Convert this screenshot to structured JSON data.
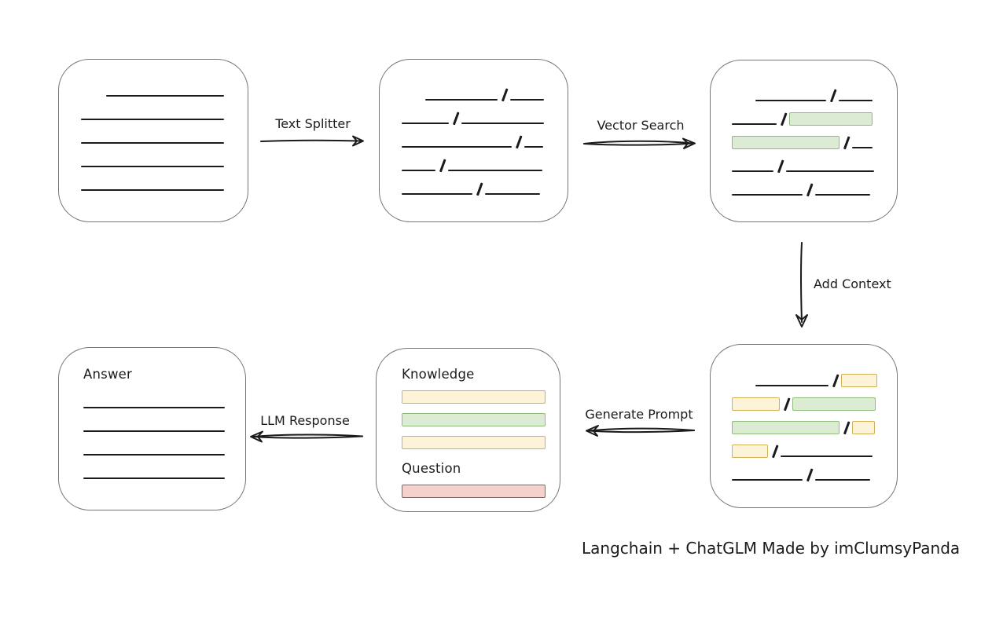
{
  "credit": "Langchain + ChatGLM Made by imClumsyPanda",
  "colors": {
    "line": "#1b1b1b",
    "box_border": "#767676",
    "green_fill": "#dcecd4",
    "green_border": "#8fbc7a",
    "yellow_fill": "#fdf3d8",
    "yellow_border": "#d2b054",
    "red_fill": "#f5d1ce",
    "red_border": "#bb4f47"
  },
  "labels": {
    "text_splitter": "Text Splitter",
    "vector_search": "Vector Search",
    "add_context": "Add Context",
    "generate_prompt": "Generate Prompt",
    "llm_response": "LLM Response"
  },
  "nodes": {
    "document": {
      "rows": [
        [
          "gap:32",
          "line:150"
        ],
        [
          "line:182"
        ],
        [
          "line:182"
        ],
        [
          "line:182"
        ],
        [
          "line:182"
        ]
      ]
    },
    "chunks": {
      "rows": [
        [
          "gap:30",
          "line:92",
          "slash",
          "line:43"
        ],
        [
          "line:60",
          "slash",
          "line:105"
        ],
        [
          "line:140",
          "slash",
          "line:24"
        ],
        [
          "line:43",
          "slash",
          "line:120"
        ],
        [
          "line:90",
          "slash",
          "line:70"
        ]
      ]
    },
    "matches": {
      "rows": [
        [
          "gap:30",
          "line:90",
          "slash",
          "line:43"
        ],
        [
          "line:57",
          "slash",
          "green:104"
        ],
        [
          "green:135",
          "slash",
          "line:26"
        ],
        [
          "line:53",
          "slash",
          "line:112"
        ],
        [
          "line:90",
          "slash",
          "line:70"
        ]
      ]
    },
    "context": {
      "rows": [
        [
          "gap:30",
          "line:93",
          "slash",
          "yellow:44"
        ],
        [
          "yellow:59",
          "slash",
          "green:104"
        ],
        [
          "green:135",
          "slash",
          "yellow:27"
        ],
        [
          "yellow:44",
          "slash",
          "line:117"
        ],
        [
          "line:90",
          "slash",
          "line:70"
        ]
      ]
    },
    "prompt": {
      "knowledge_label": "Knowledge",
      "question_label": "Question"
    },
    "answer": {
      "title": "Answer",
      "rows": [
        [
          "line:180"
        ],
        [
          "line:180"
        ],
        [
          "line:180"
        ],
        [
          "line:180"
        ]
      ]
    }
  }
}
